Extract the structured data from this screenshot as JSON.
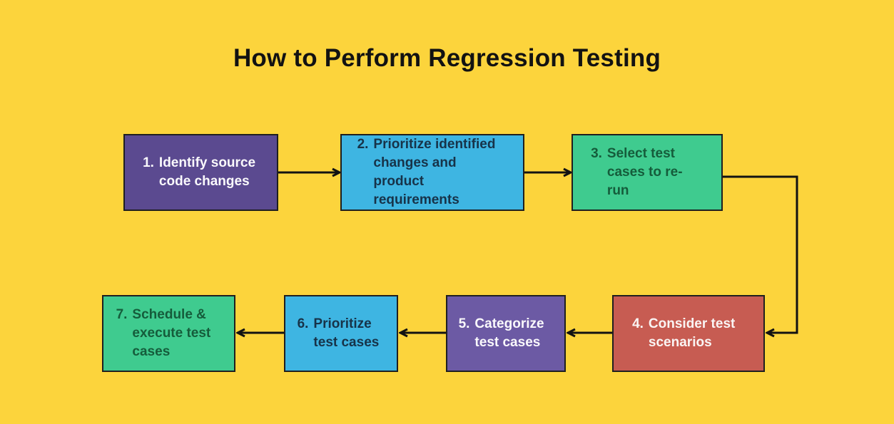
{
  "title": "How to Perform Regression Testing",
  "colors": {
    "background": "#FCD43C",
    "title_text": "#121212",
    "arrow": "#121212",
    "box_border": "#1F1F1F"
  },
  "steps": [
    {
      "number": "1.",
      "label": "Identify source code changes",
      "bg_color": "#5B4A90",
      "text_color": "#FAF9FC"
    },
    {
      "number": "2.",
      "label": "Prioritize identified changes and product requirements",
      "bg_color": "#3EB5E2",
      "text_color": "#173349"
    },
    {
      "number": "3.",
      "label": "Select test cases to re-run",
      "bg_color": "#3FCB8F",
      "text_color": "#155C3B"
    },
    {
      "number": "4.",
      "label": "Consider test scenarios",
      "bg_color": "#C75C52",
      "text_color": "#FAF5F4"
    },
    {
      "number": "5.",
      "label": "Categorize test cases",
      "bg_color": "#6C5AA4",
      "text_color": "#FAF9FC"
    },
    {
      "number": "6.",
      "label": "Prioritize test cases",
      "bg_color": "#3EB5E2",
      "text_color": "#173349"
    },
    {
      "number": "7.",
      "label": "Schedule & execute test cases",
      "bg_color": "#3FCB8F",
      "text_color": "#155C3B"
    }
  ],
  "flow": {
    "direction_top_row": "left-to-right",
    "direction_bottom_row": "right-to-left",
    "connections": [
      "1→2",
      "2→3",
      "3→4",
      "4→5",
      "5→6",
      "6→7"
    ]
  }
}
